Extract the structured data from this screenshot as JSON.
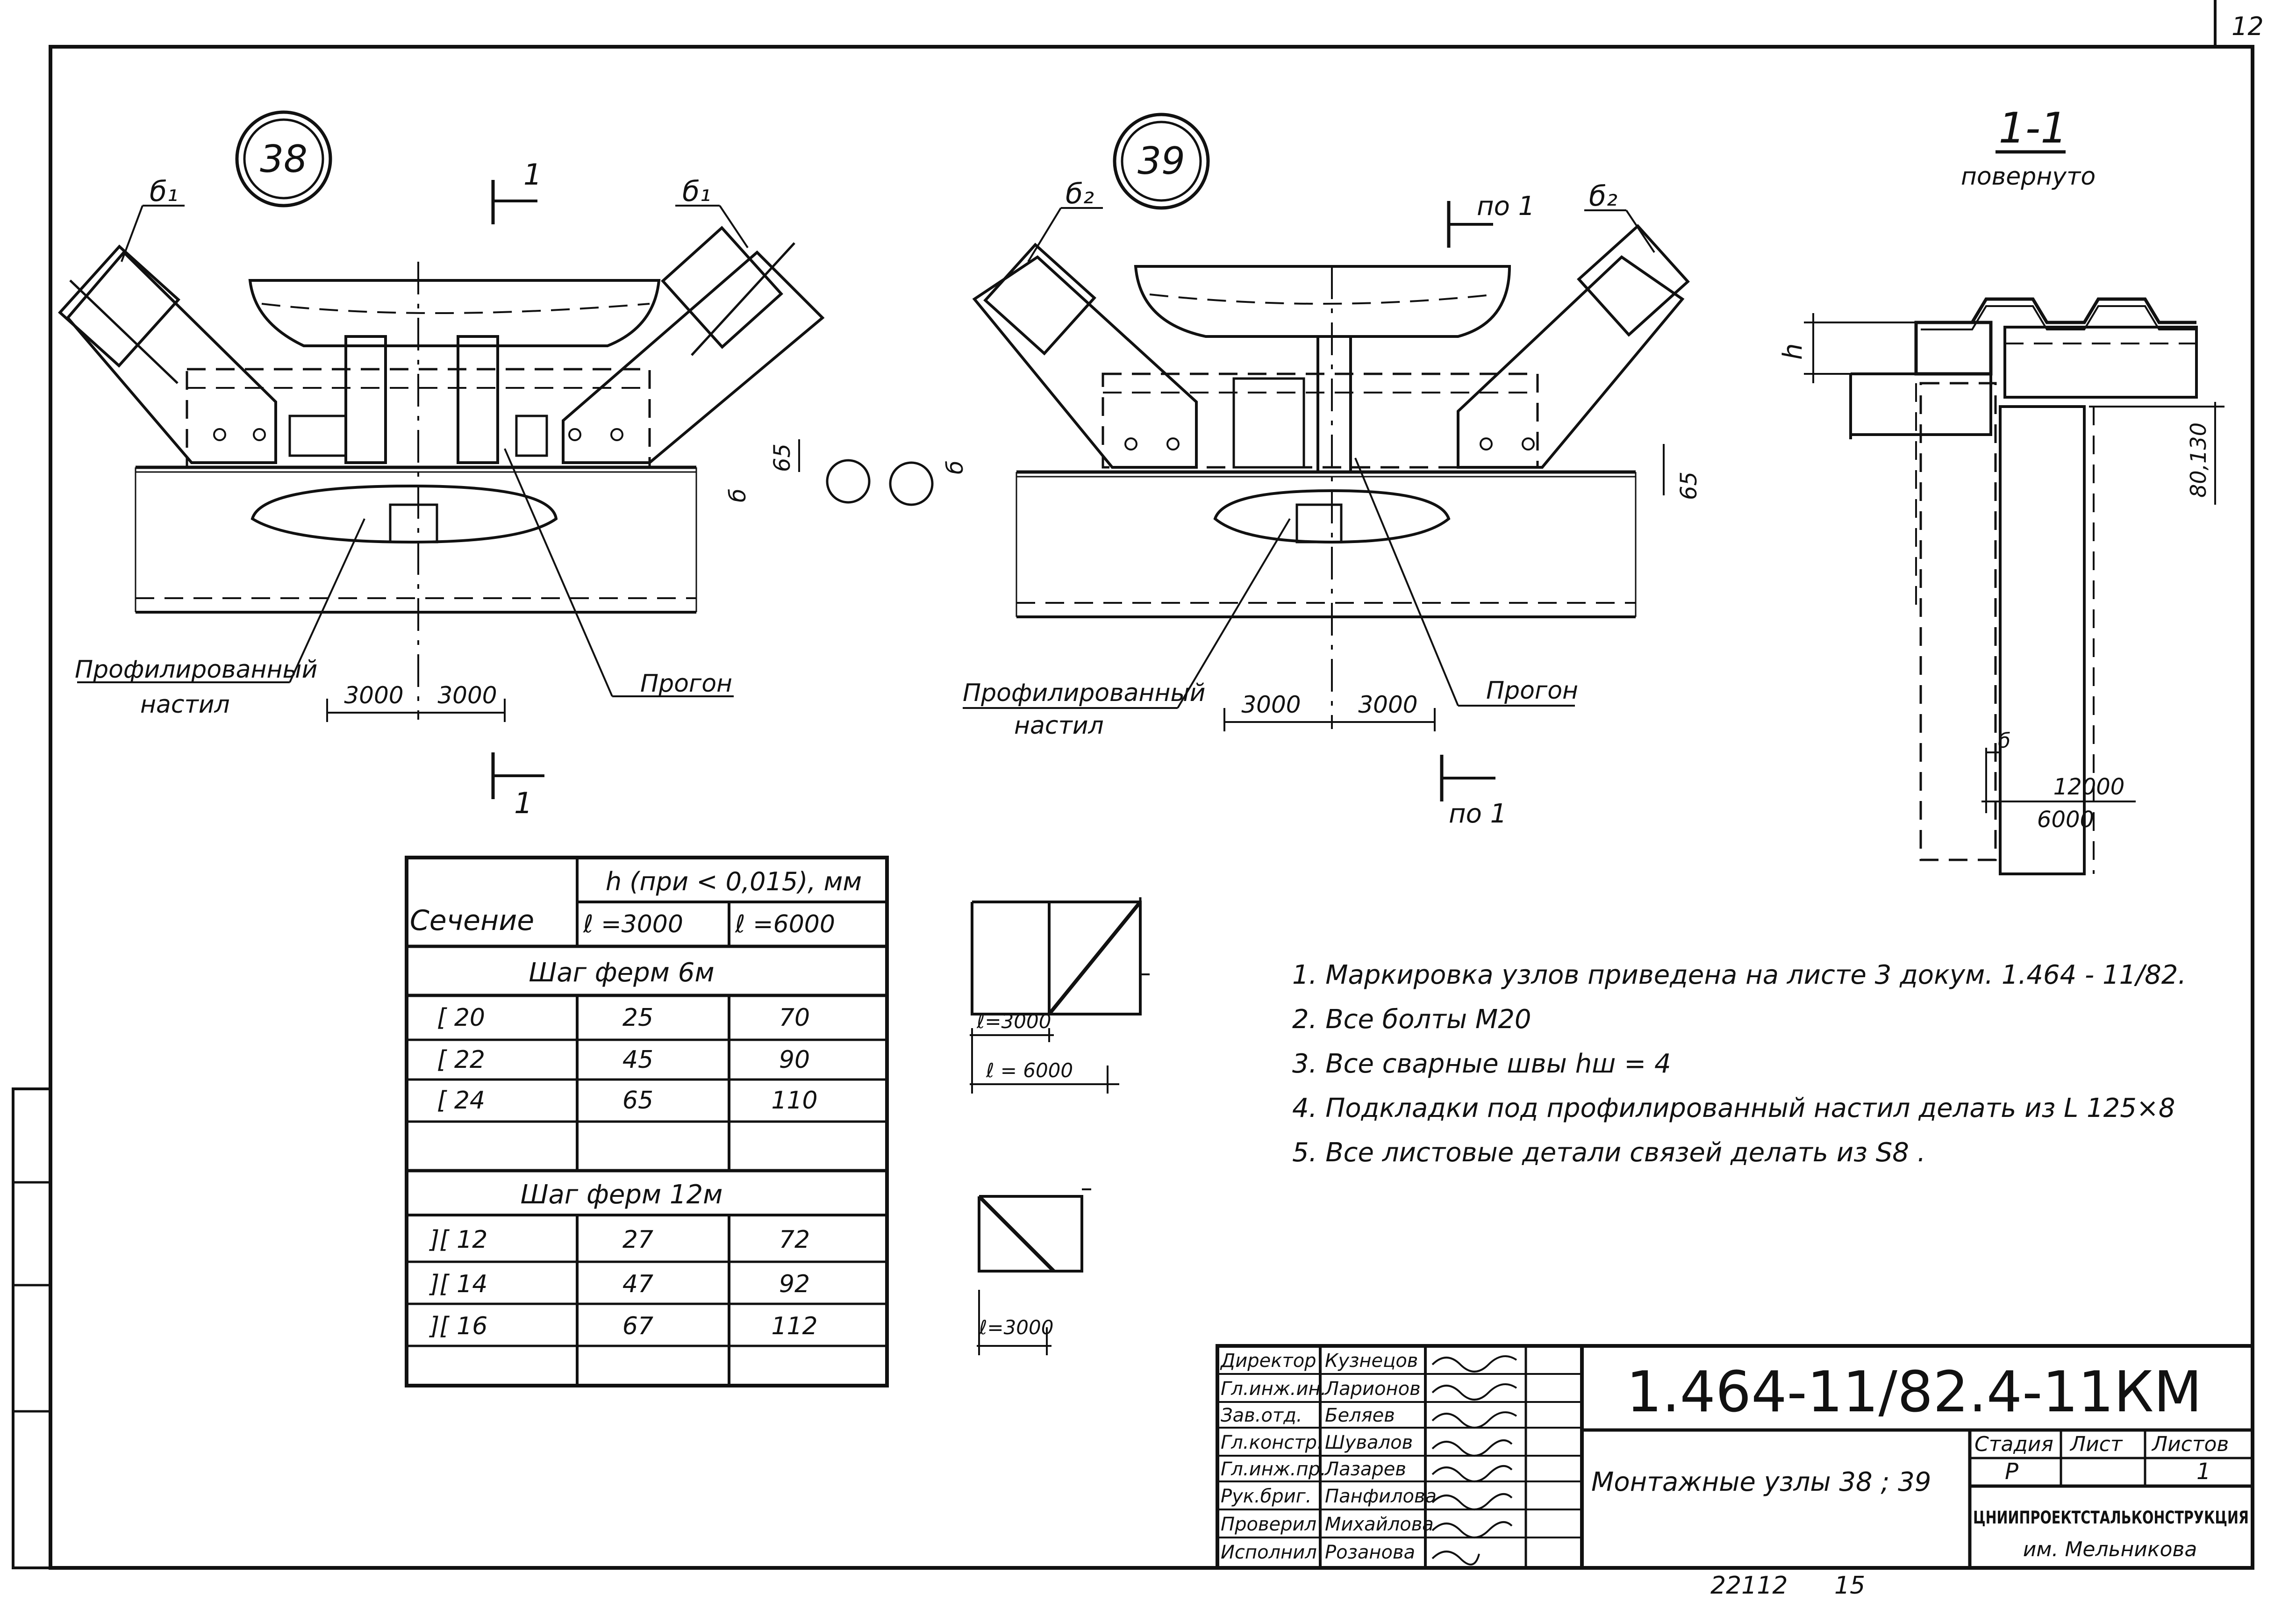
{
  "page_number": "12",
  "nodes": {
    "node38": {
      "number": "38",
      "plate_label": "б₁",
      "section_mark": "1",
      "dimensions": {
        "left": "3000",
        "right": "3000",
        "b": "б",
        "offset": "65"
      },
      "deck_label_1": "Профилированный",
      "deck_label_2": "настил",
      "purlin_label": "Прогон"
    },
    "node39": {
      "number": "39",
      "plate_label": "б₂",
      "section_mark_top": "по 1",
      "section_mark_bottom": "по 1",
      "dimensions": {
        "left": "3000",
        "right": "3000",
        "b": "б",
        "offset": "65"
      },
      "deck_label_1": "Профилированный",
      "deck_label_2": "настил",
      "purlin_label": "Прогон"
    }
  },
  "section": {
    "title": "1-1",
    "subtitle": "повернуто",
    "h_label": "h",
    "dim_side": "80,130",
    "dim_b": "б",
    "dim_12000": "12000",
    "dim_6000": "6000"
  },
  "table": {
    "col_section": "Сечение",
    "col_h": "h (при < 0,015), мм",
    "col_l1": "ℓ =3000",
    "col_l2": "ℓ =6000",
    "group1_title": "Шаг ферм 6м",
    "group1_rows": [
      {
        "section": "[ 20",
        "v1": "25",
        "v2": "70"
      },
      {
        "section": "[ 22",
        "v1": "45",
        "v2": "90"
      },
      {
        "section": "[ 24",
        "v1": "65",
        "v2": "110"
      }
    ],
    "group2_title": "Шаг ферм 12м",
    "group2_rows": [
      {
        "section": "][ 12",
        "v1": "27",
        "v2": "72"
      },
      {
        "section": "][ 14",
        "v1": "47",
        "v2": "92"
      },
      {
        "section": "][ 16",
        "v1": "67",
        "v2": "112"
      }
    ]
  },
  "schemes": {
    "s1_l1": "ℓ=3000",
    "s1_l2": "ℓ = 6000",
    "s2_l1": "ℓ=3000"
  },
  "notes": [
    "1. Маркировка  узлов  приведена  на  листе  3 докум.  1.464 - 11/82.",
    "2. Все  болты  М20",
    "3. Все  сварные  швы  hш = 4",
    "4. Подкладки  под  профилированный  настил  делать  из  L 125×8",
    "5. Все  листовые  детали  связей  делать  из  S8 ."
  ],
  "title_block": {
    "doc_code": "1.464-11/82.4-11КМ",
    "drawing_title": "Монтажные  узлы  38 ; 39",
    "stage_label": "Стадия",
    "sheet_label": "Лист",
    "sheets_label": "Листов",
    "stage_value": "Р",
    "sheets_value": "1",
    "org_name": "ЦНИИПРОЕКТСТАЛЬКОНСТРУКЦИЯ",
    "org_sub": "им. Мельникова",
    "signatures": [
      {
        "role": "Директор",
        "name": "Кузнецов"
      },
      {
        "role": "Гл.инж.ин.",
        "name": "Ларионов"
      },
      {
        "role": "Зав.отд.",
        "name": "Беляев"
      },
      {
        "role": "Гл.констр.",
        "name": "Шувалов"
      },
      {
        "role": "Гл.инж.пр.",
        "name": "Лазарев"
      },
      {
        "role": "Рук.бриг.",
        "name": "Панфилова"
      },
      {
        "role": "Проверил",
        "name": "Михайлова"
      },
      {
        "role": "Исполнил",
        "name": "Розанова"
      }
    ],
    "footer_left": "22112",
    "footer_right": "15"
  }
}
